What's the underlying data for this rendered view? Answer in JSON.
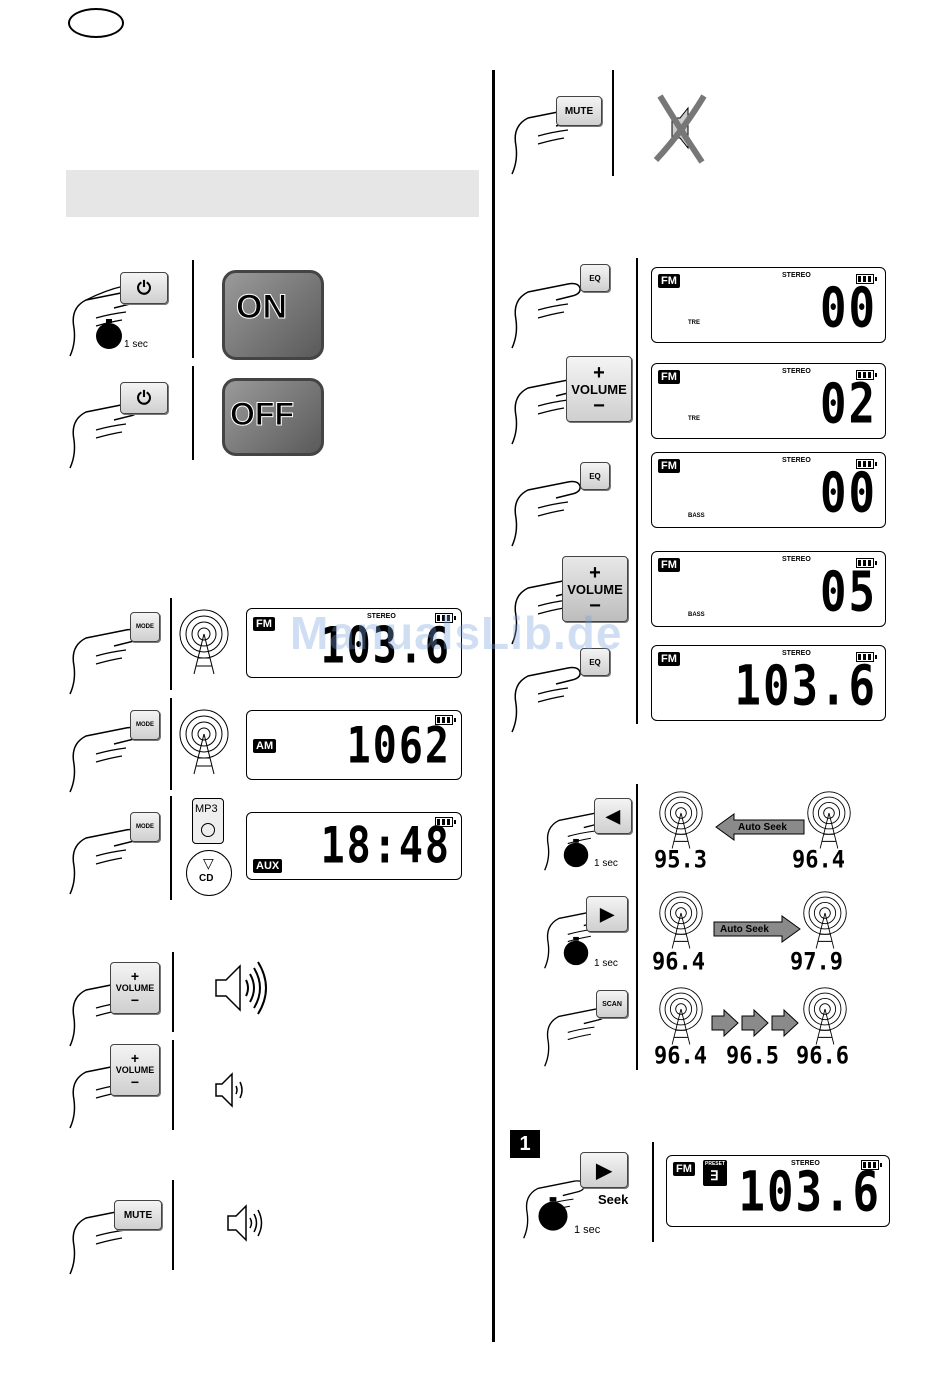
{
  "watermark": "ManualsLib.de",
  "buttons": {
    "mode": "MODE",
    "volume": "VOLUME",
    "plus": "+",
    "minus": "−",
    "mute": "MUTE",
    "eq": "EQ",
    "scan": "SCAN"
  },
  "timer_label": "1 sec",
  "power": {
    "on": "ON",
    "off": "OFF"
  },
  "modes": [
    {
      "tag": "FM",
      "stereo": "STEREO",
      "value": "103.6"
    },
    {
      "tag": "AM",
      "value": "1062"
    },
    {
      "tag": "AUX",
      "value": "18:48"
    }
  ],
  "source_icons": {
    "mp3": "MP3",
    "cd": "CD"
  },
  "eq_steps": [
    {
      "tag": "FM",
      "stereo": "STEREO",
      "sub": "TRE",
      "value": "00"
    },
    {
      "tag": "FM",
      "stereo": "STEREO",
      "sub": "TRE",
      "value": "02"
    },
    {
      "tag": "FM",
      "stereo": "STEREO",
      "sub": "BASS",
      "value": "00"
    },
    {
      "tag": "FM",
      "stereo": "STEREO",
      "sub": "BASS",
      "value": "05"
    },
    {
      "tag": "FM",
      "stereo": "STEREO",
      "sub": "",
      "value": "103.6"
    }
  ],
  "seek": {
    "label": "Auto Seek",
    "back": {
      "from": "95.3",
      "to": "96.4"
    },
    "forward": {
      "from": "96.4",
      "to": "97.9"
    },
    "scan": [
      "96.4",
      "96.5",
      "96.6"
    ]
  },
  "preset": {
    "step": "1",
    "seek_label": "Seek",
    "tag": "FM",
    "preset_label": "PRESET",
    "stereo": "STEREO",
    "value": "103.6"
  },
  "colors": {
    "watermark": "#7aa0dc",
    "gray_band": "#e6e6e6"
  }
}
